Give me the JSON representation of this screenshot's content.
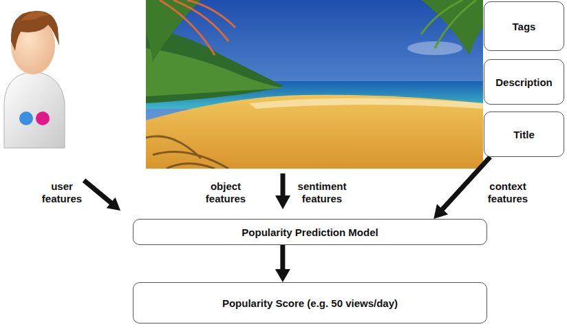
{
  "diagram": {
    "nodes": [
      {
        "text": [
          "Tags"
        ]
      },
      {
        "text": [
          "Description"
        ]
      },
      {
        "text": [
          "Title"
        ]
      },
      {
        "text": [
          "Popularity Prediction Model"
        ]
      },
      {
        "text": [
          "Popularity Score (e.g. 50 views/day)"
        ]
      }
    ],
    "edges": [
      {
        "from": 2,
        "to": 3,
        "arrow": "to"
      },
      {
        "from": 3,
        "to": 4,
        "arrow": "to"
      }
    ],
    "labels": [
      "user features",
      "object features",
      "sentiment features",
      "context features"
    ]
  }
}
